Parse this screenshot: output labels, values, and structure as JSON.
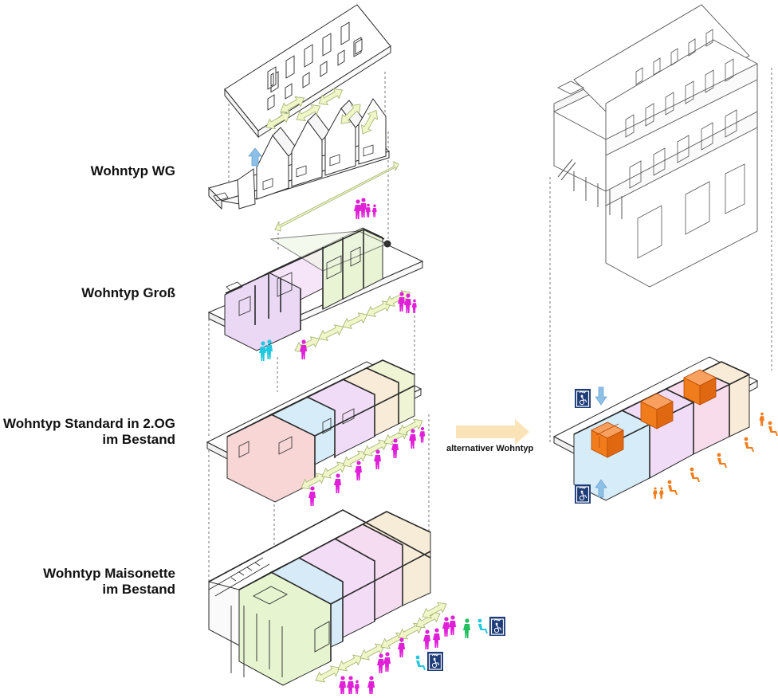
{
  "labels": {
    "wg": "Wohntyp WG",
    "gross": "Wohntyp Groß",
    "standard_line1": "Wohntyp Standard in 2.OG",
    "standard_line2": "im Bestand",
    "maisonette_line1": "Wohntyp Maisonette",
    "maisonette_line2": "im Bestand",
    "alternative": "alternativer Wohntyp"
  },
  "colors": {
    "line": "#2a2a2a",
    "magenta": "#e020d8",
    "cyan": "#22c8e0",
    "green": "#22c060",
    "orange": "#f07c1c",
    "arrow_fill": "#f0f6c8",
    "arrow_stroke": "#a8b878",
    "blue_arrow": "#8cc0e8",
    "lift_blue": "#1e3c78",
    "big_arrow": "#fbe3b8"
  },
  "icons": {
    "lift": "lift-icon",
    "wheelchair": "wheelchair-icon",
    "person": "person-icon"
  }
}
